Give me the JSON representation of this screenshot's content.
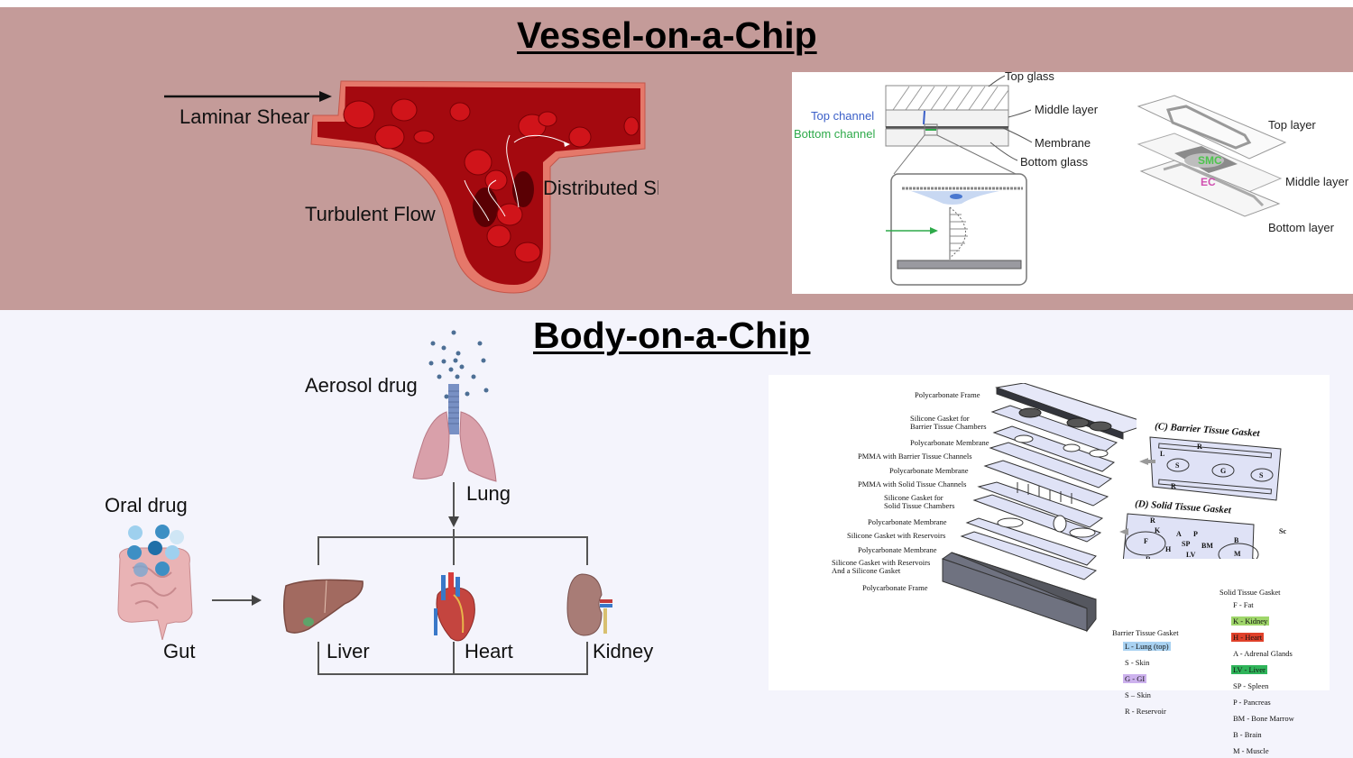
{
  "vessel_section": {
    "title": "Vessel-on-a-Chip",
    "background": "#c49b99",
    "illustration": {
      "labels": {
        "laminar_shear": "Laminar Shear",
        "turbulent_flow": "Turbulent Flow",
        "distributed_shear": "Distributed Shear"
      },
      "vessel_color": "#b3161b",
      "wall_color": "#e5786a"
    },
    "cross_section_diagram": {
      "labels": {
        "top_glass": "Top glass",
        "top_channel": "Top channel",
        "bottom_channel": "Bottom channel",
        "middle_layer": "Middle layer",
        "membrane": "Membrane",
        "bottom_glass": "Bottom glass"
      },
      "top_channel_color": "#3a5fc8",
      "bottom_channel_color": "#2eaa4a"
    },
    "exploded_diagram": {
      "labels": {
        "top_layer": "Top layer",
        "middle_layer": "Middle layer",
        "bottom_layer": "Bottom layer",
        "smc": "SMC",
        "ec": "EC"
      },
      "smc_color": "#4cc44c",
      "ec_color": "#d04fb0"
    }
  },
  "body_section": {
    "title": "Body-on-a-Chip",
    "background": "#f4f4fc",
    "flow": {
      "aerosol_drug": "Aerosol drug",
      "lung": "Lung",
      "oral_drug": "Oral drug",
      "gut": "Gut",
      "liver": "Liver",
      "heart": "Heart",
      "kidney": "Kidney"
    },
    "device_diagram": {
      "layer_labels": [
        "Polycarbonate Frame",
        "Silicone Gasket for\nBarrier Tissue Chambers",
        "Polycarbonate Membrane",
        "PMMA with Barrier Tissue Channels",
        "Polycarbonate Membrane",
        "PMMA with Solid Tissue Channels",
        "Silicone Gasket for\nSolid Tissue Chambers",
        "Polycarbonate Membrane",
        "Silicone Gasket with Reservoirs",
        "Polycarbonate Membrane",
        "Silicone Gasket with Reservoirs\nAnd a Silicone Gasket",
        "Polycarbonate Frame"
      ],
      "barrier_gasket_title": "(C) Barrier Tissue Gasket",
      "barrier_gasket_marks": [
        "R",
        "L",
        "S",
        "G",
        "S",
        "R"
      ],
      "solid_gasket_title": "(D) Solid Tissue Gasket",
      "solid_gasket_marks": [
        "R",
        "K",
        "A",
        "P",
        "F",
        "H",
        "SP",
        "BM",
        "B",
        "LV",
        "M",
        "R"
      ],
      "stray_label": "Sc",
      "barrier_legend": {
        "title": "Barrier  Tissue Gasket",
        "items": [
          {
            "text": "L - Lung (top)",
            "highlight": "#a9d2f2"
          },
          {
            "text": "S - Skin",
            "highlight": ""
          },
          {
            "text": "G - GI",
            "highlight": "#cdb2ee"
          },
          {
            "text": "S – Skin",
            "highlight": ""
          },
          {
            "text": "R - Reservoir",
            "highlight": ""
          }
        ]
      },
      "solid_legend": {
        "title": "Solid Tissue Gasket",
        "items": [
          {
            "text": "F - Fat",
            "highlight": ""
          },
          {
            "text": "K - Kidney",
            "highlight": "#9fd66a"
          },
          {
            "text": "H - Heart",
            "highlight": "#e0412a"
          },
          {
            "text": "A - Adrenal Glands",
            "highlight": ""
          },
          {
            "text": "LV - Liver",
            "highlight": "#2fb45a"
          },
          {
            "text": "SP - Spleen",
            "highlight": ""
          },
          {
            "text": "P - Pancreas",
            "highlight": ""
          },
          {
            "text": "BM - Bone Marrow",
            "highlight": ""
          },
          {
            "text": "B - Brain",
            "highlight": ""
          },
          {
            "text": "M - Muscle",
            "highlight": ""
          }
        ]
      },
      "layer_fill": "#dfe2f6",
      "frame_side": "#6f7280"
    }
  }
}
